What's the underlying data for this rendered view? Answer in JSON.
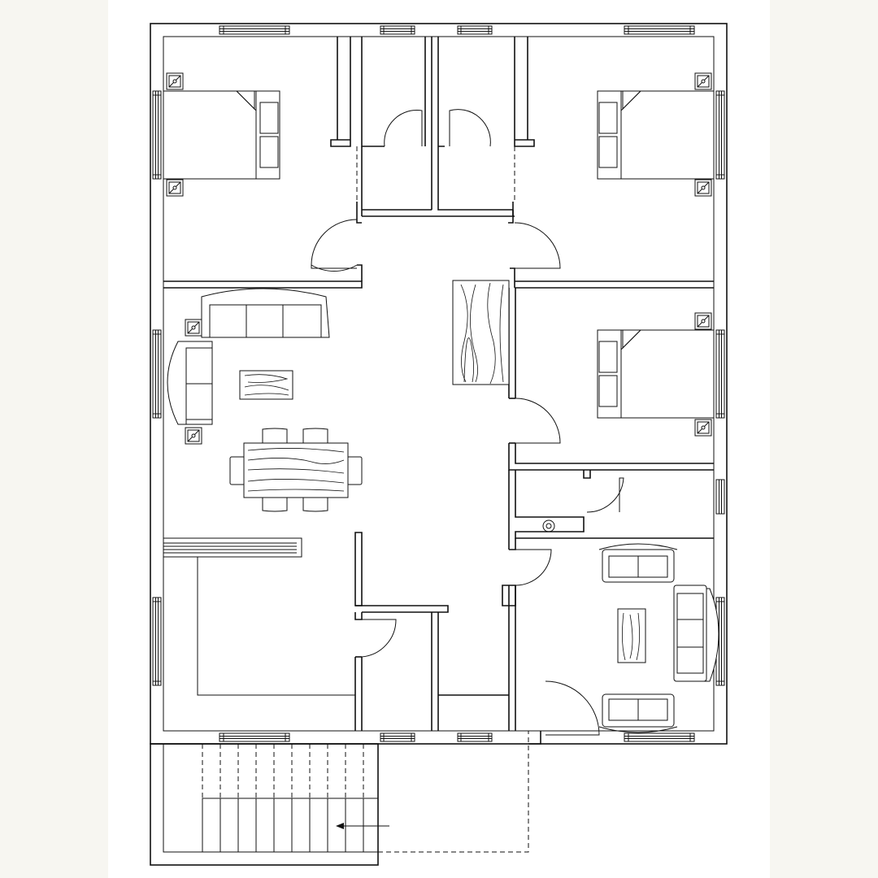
{
  "drawing": {
    "type": "architectural floor plan",
    "background_color": "#f7f6f1",
    "sheet_color": "#ffffff",
    "line_color": "#111111",
    "labels": []
  },
  "rooms": [
    {
      "id": "bedroom-northwest",
      "furniture": [
        "double-bed",
        "nightstand",
        "nightstand",
        "wardrobe"
      ]
    },
    {
      "id": "bathroom-north-left",
      "furniture": []
    },
    {
      "id": "bathroom-north-right",
      "furniture": []
    },
    {
      "id": "bedroom-northeast",
      "furniture": [
        "double-bed",
        "nightstand",
        "nightstand",
        "wardrobe"
      ]
    },
    {
      "id": "living-dining",
      "furniture": [
        "three-seat-sofa",
        "two-seat-sofa",
        "coffee-table",
        "dining-table",
        "side-table",
        "side-table"
      ]
    },
    {
      "id": "bedroom-east",
      "furniture": [
        "double-bed",
        "nightstand",
        "nightstand"
      ]
    },
    {
      "id": "kitchen",
      "furniture": [
        "counter"
      ]
    },
    {
      "id": "bathroom-south",
      "furniture": []
    },
    {
      "id": "lounge-southeast",
      "furniture": [
        "sofa",
        "sofa",
        "loveseat",
        "coffee-table"
      ]
    },
    {
      "id": "staircase",
      "furniture": []
    }
  ],
  "icons": {
    "door": "door-swing-icon",
    "window": "window-icon",
    "stair_arrow": "arrow-left-icon"
  }
}
